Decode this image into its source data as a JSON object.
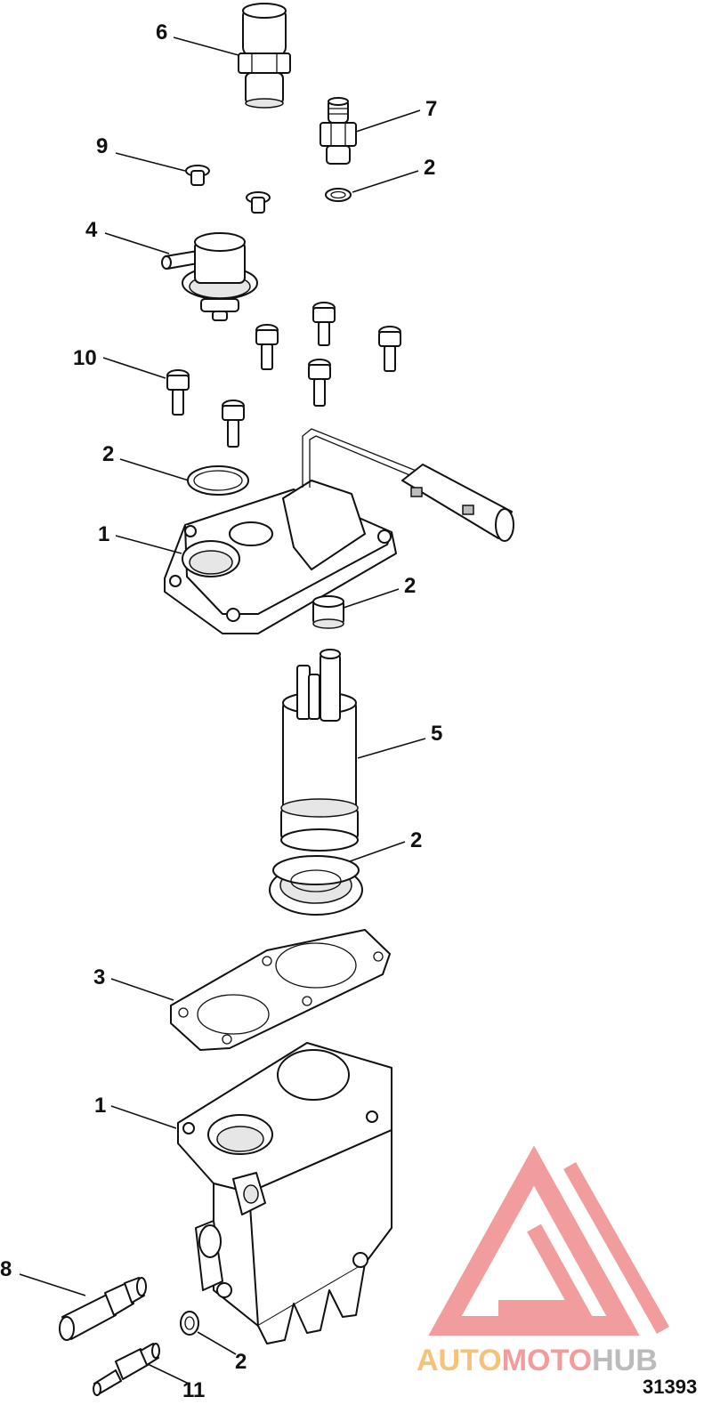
{
  "callouts": {
    "c6": "6",
    "c7": "7",
    "c9": "9",
    "c2a": "2",
    "c4": "4",
    "c10": "10",
    "c2b": "2",
    "c1a": "1",
    "c2c": "2",
    "c5": "5",
    "c2d": "2",
    "c3": "3",
    "c1b": "1",
    "c8": "8",
    "c2e": "2",
    "c11": "11"
  },
  "figure_number": "31393",
  "watermark": {
    "part1": "AUTO",
    "part2": "MOTO",
    "part3": "HUB"
  },
  "colors": {
    "line": "#111111",
    "watermark_red": "#f08c8c",
    "watermark_orange": "#f5b860",
    "watermark_gray": "#b0b0b0"
  }
}
